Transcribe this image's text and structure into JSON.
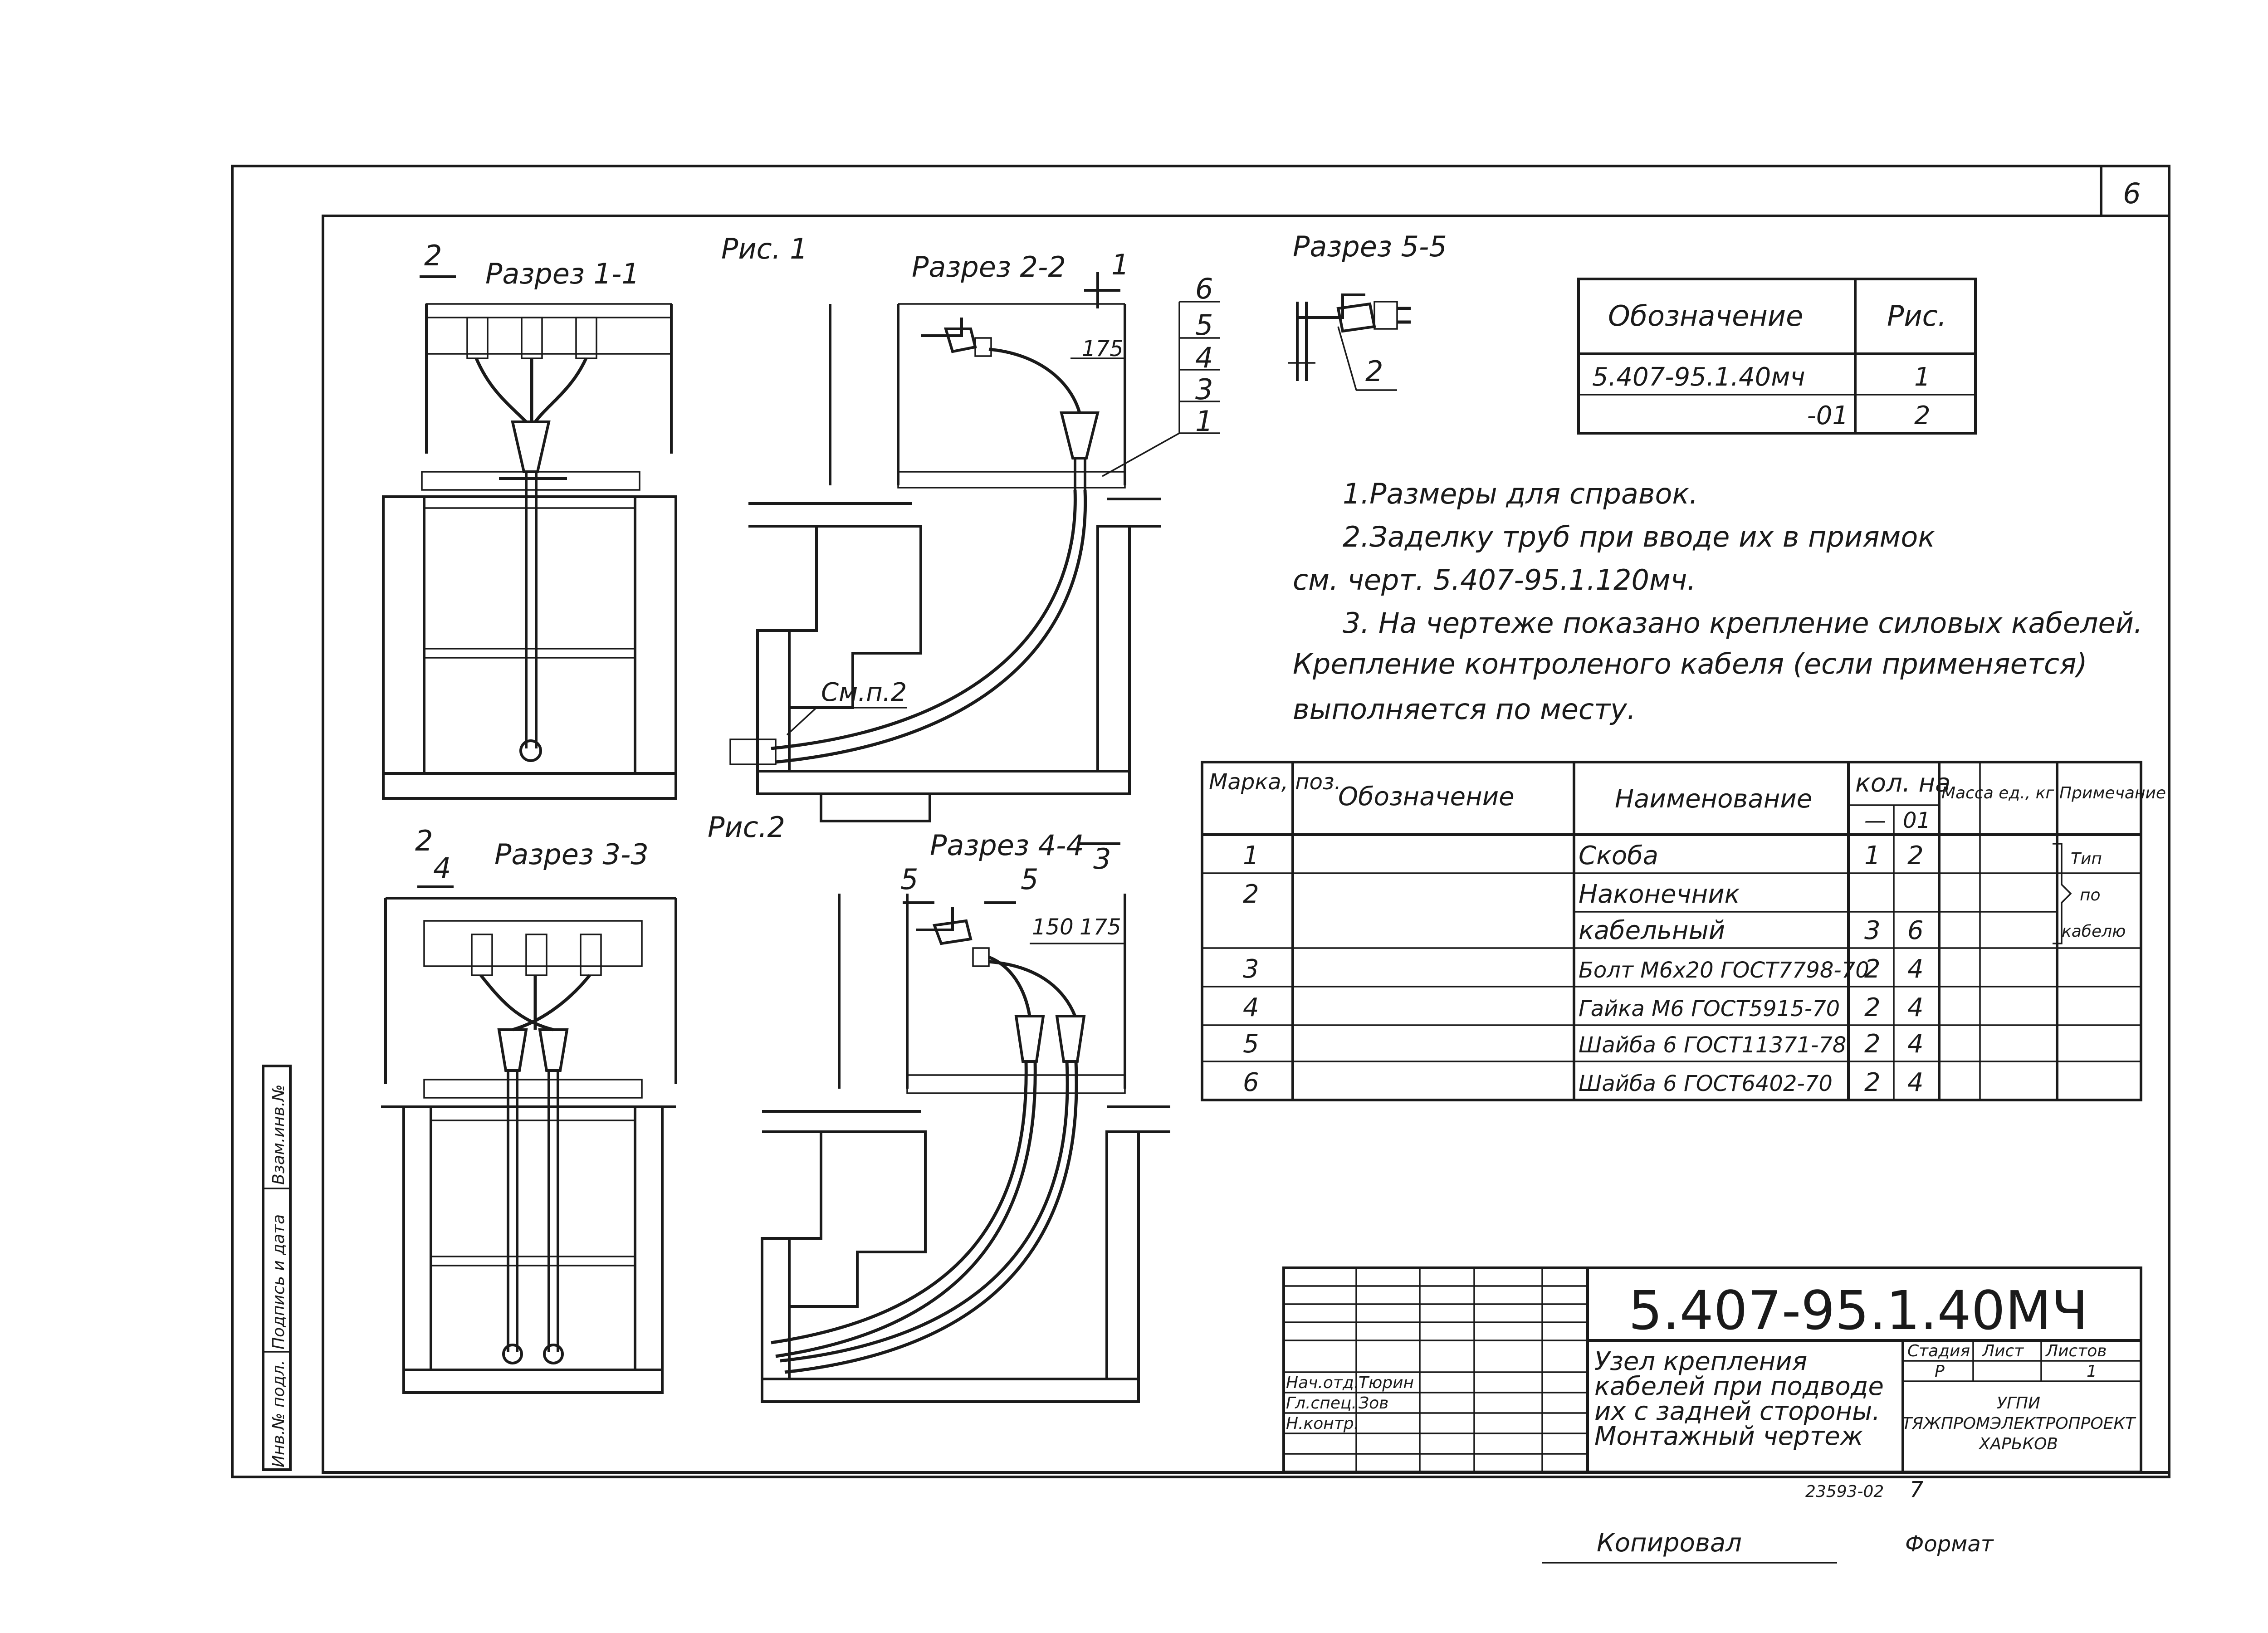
{
  "sheet": {
    "page_number": "6",
    "figure_labels": {
      "fig1": "Рис. 1",
      "fig2": "Рис.2"
    },
    "sections": {
      "s11": "Разрез 1-1",
      "s22": "Разрез 2-2",
      "s33": "Разрез 3-3",
      "s44": "Разрез 4-4",
      "s55": "Разрез 5-5"
    },
    "section_marks": {
      "m1": "1",
      "m2": "2",
      "m3": "3",
      "m4": "4",
      "m5": "5",
      "m6": "6"
    },
    "dimensions": {
      "d175": "175",
      "d150": "150"
    },
    "callout_see_note": "См.п.2",
    "callout_item2": "2"
  },
  "designation_table": {
    "headers": [
      "Обозначение",
      "Рис."
    ],
    "rows": [
      [
        "5.407-95.1.40мч",
        "1"
      ],
      [
        "-01",
        "2"
      ]
    ]
  },
  "notes": [
    "1.Размеры для справок.",
    "2.Заделку труб при вводе их в приямок",
    "см. черт. 5.407-95.1.120мч.",
    "3. На чертеже показано крепление силовых кабелей.",
    "Крепление контроленого кабеля (если применяется)",
    "выполняется по месту."
  ],
  "spec_table": {
    "headers": {
      "mark": "Марка, поз.",
      "designation": "Обозначение",
      "name": "Наименование",
      "qty": "кол. на",
      "qty_a": "—",
      "qty_b": "01",
      "mass": "Масса ед., кг",
      "note": "Примечание"
    },
    "rows": [
      {
        "mark": "1",
        "name": "Скоба",
        "qa": "1",
        "qb": "2"
      },
      {
        "mark": "2",
        "name": "Наконечник",
        "qa": "",
        "qb": ""
      },
      {
        "mark": "",
        "name": "кабельный",
        "qa": "3",
        "qb": "6"
      },
      {
        "mark": "3",
        "name": "Болт М6х20 ГОСТ7798-70",
        "qa": "2",
        "qb": "4"
      },
      {
        "mark": "4",
        "name": "Гайка М6 ГОСТ5915-70",
        "qa": "2",
        "qb": "4"
      },
      {
        "mark": "5",
        "name": "Шайба 6 ГОСТ11371-78",
        "qa": "2",
        "qb": "4"
      },
      {
        "mark": "6",
        "name": "Шайба 6 ГОСТ6402-70",
        "qa": "2",
        "qb": "4"
      }
    ],
    "note_lines": [
      "Тип",
      "по",
      "кабелю"
    ]
  },
  "title_block": {
    "code": "5.407-95.1.40МЧ",
    "title_lines": [
      "Узел крепления",
      "кабелей при подводе",
      "их с задней стороны.",
      "Монтажный чертеж"
    ],
    "stage_header": "Стадия",
    "sheet_header": "Лист",
    "sheets_header": "Листов",
    "stage": "Р",
    "sheets": "1",
    "org_lines": [
      "УГПИ",
      "ТЯЖПРОМЭЛЕКТРОПРОЕКТ",
      "ХАРЬКОВ"
    ],
    "roles": [
      {
        "role": "Нач.отд.",
        "name": "Тюрин"
      },
      {
        "role": "Гл.спец.",
        "name": "Зов"
      },
      {
        "role": "Н.контр.",
        "name": ""
      }
    ]
  },
  "side_stamp": [
    "Инв.№ подл.",
    "Подпись и дата",
    "Взам.инв.№"
  ],
  "footer": {
    "inventory": "23593-02",
    "inventory_sheet": "7",
    "copied": "Копировал",
    "format": "Формат"
  }
}
